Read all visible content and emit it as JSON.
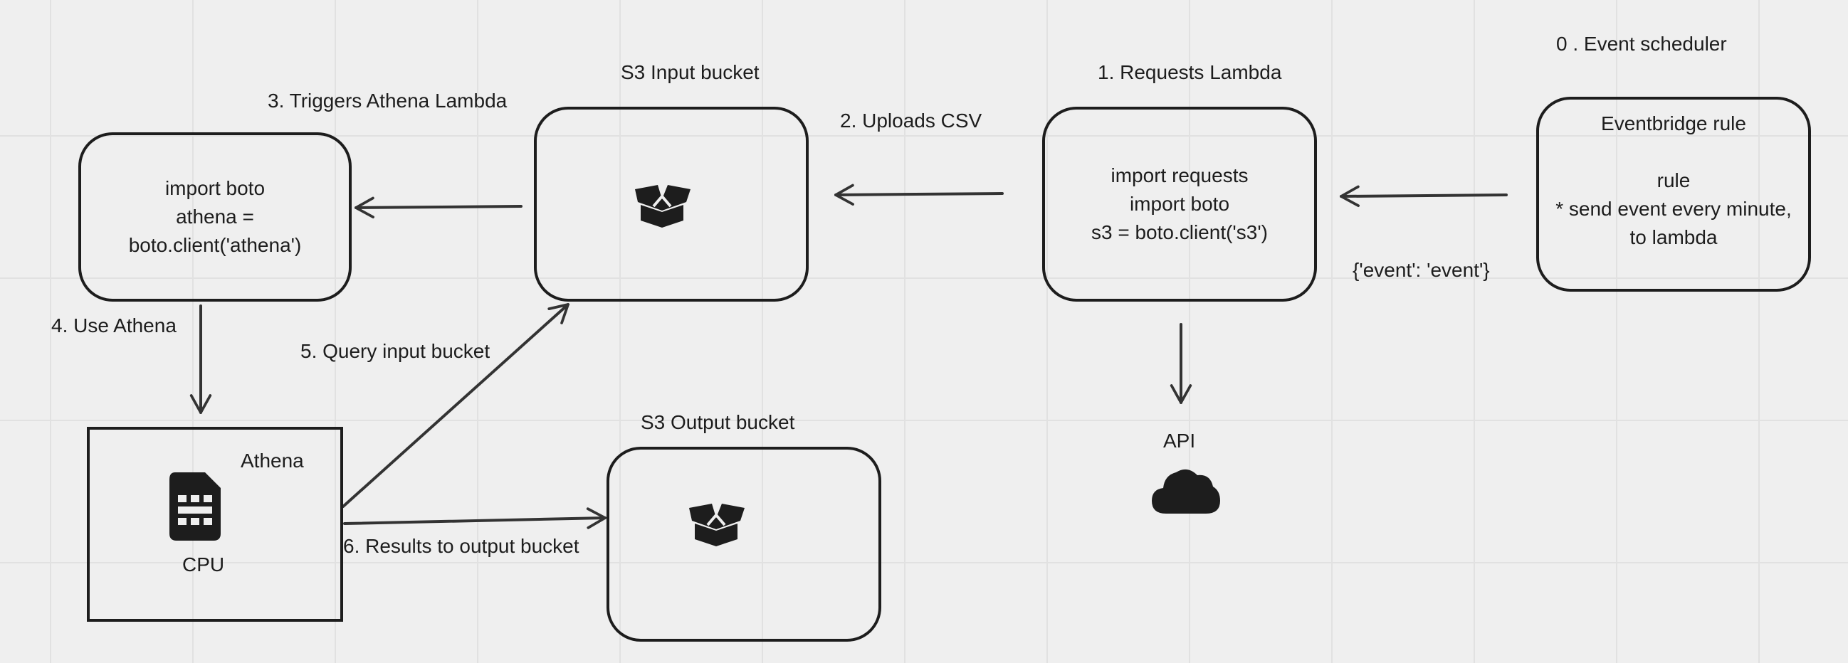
{
  "diagram": {
    "nodes": {
      "athena_lambda": {
        "text": "import boto\nathena =\nboto.client('athena')"
      },
      "input_bucket": {
        "icon": "box-icon"
      },
      "requests_lambda": {
        "text": "import requests\nimport boto\ns3 = boto.client('s3')"
      },
      "eventbridge": {
        "text": "Eventbridge rule\n\nrule\n* send event every minute,\nto lambda"
      },
      "athena": {
        "title": "Athena",
        "icon_label": "CPU",
        "icon": "cpu-chip-icon"
      },
      "output_bucket": {
        "icon": "box-icon"
      },
      "api": {
        "icon": "cloud-icon"
      }
    },
    "labels": {
      "event_scheduler": "0 . Event scheduler",
      "requests_lambda": "1. Requests Lambda",
      "uploads_csv": "2. Uploads CSV",
      "triggers_athena": "3. Triggers Athena Lambda",
      "use_athena": "4.  Use Athena",
      "query_input": "5.  Query input bucket",
      "results_output": "6. Results to output bucket",
      "s3_input_bucket": "S3 Input bucket",
      "s3_output_bucket": "S3 Output bucket",
      "api": "API",
      "event_payload": "{'event': 'event'}"
    },
    "edges": [
      {
        "from": "eventbridge",
        "to": "requests_lambda",
        "label": "{'event': 'event'}"
      },
      {
        "from": "requests_lambda",
        "to": "input_bucket",
        "label": "2. Uploads CSV"
      },
      {
        "from": "requests_lambda",
        "to": "api",
        "label": ""
      },
      {
        "from": "input_bucket",
        "to": "athena_lambda",
        "label": "3. Triggers Athena Lambda"
      },
      {
        "from": "athena_lambda",
        "to": "athena",
        "label": "4.  Use Athena"
      },
      {
        "from": "athena",
        "to": "input_bucket",
        "label": "5.  Query input bucket"
      },
      {
        "from": "athena",
        "to": "output_bucket",
        "label": "6. Results to output bucket"
      }
    ],
    "colors": {
      "background": "#efefef",
      "grid": "#e1e1e1",
      "ink": "#1d1d1d",
      "arrow": "#333333"
    }
  }
}
